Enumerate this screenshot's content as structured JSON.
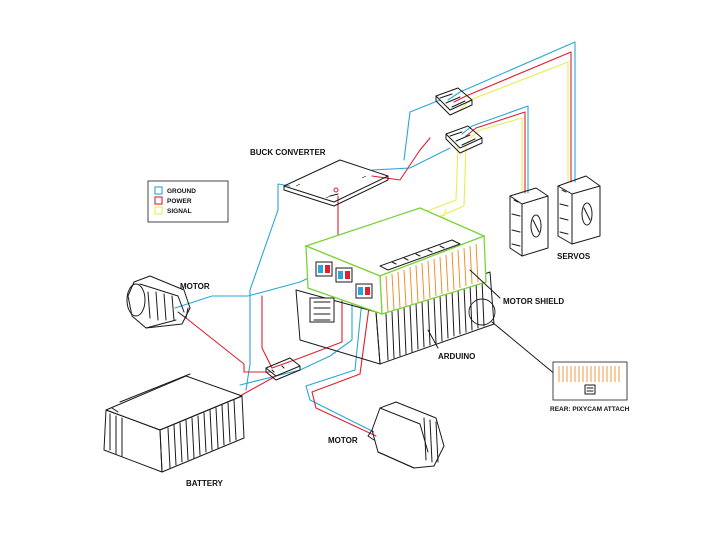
{
  "diagram": {
    "labels": {
      "buck_converter": "BUCK CONVERTER",
      "motor_left": "MOTOR",
      "motor_bottom": "MOTOR",
      "battery": "BATTERY",
      "servos": "SERVOS",
      "motor_shield": "MOTOR SHIELD",
      "arduino": "ARDUINO",
      "rear_note": "REAR: PIXYCAM ATTACH"
    },
    "legend": {
      "items": [
        {
          "label": "GROUND",
          "color": "#2aa7d8"
        },
        {
          "label": "POWER",
          "color": "#e02030"
        },
        {
          "label": "SIGNAL",
          "color": "#e8ee50"
        }
      ]
    },
    "colors": {
      "ground": "#2aa7d8",
      "power": "#e02030",
      "signal": "#e8ee50",
      "shield_outline": "#7cd23a",
      "shield_stripes": "#f0902a"
    }
  }
}
